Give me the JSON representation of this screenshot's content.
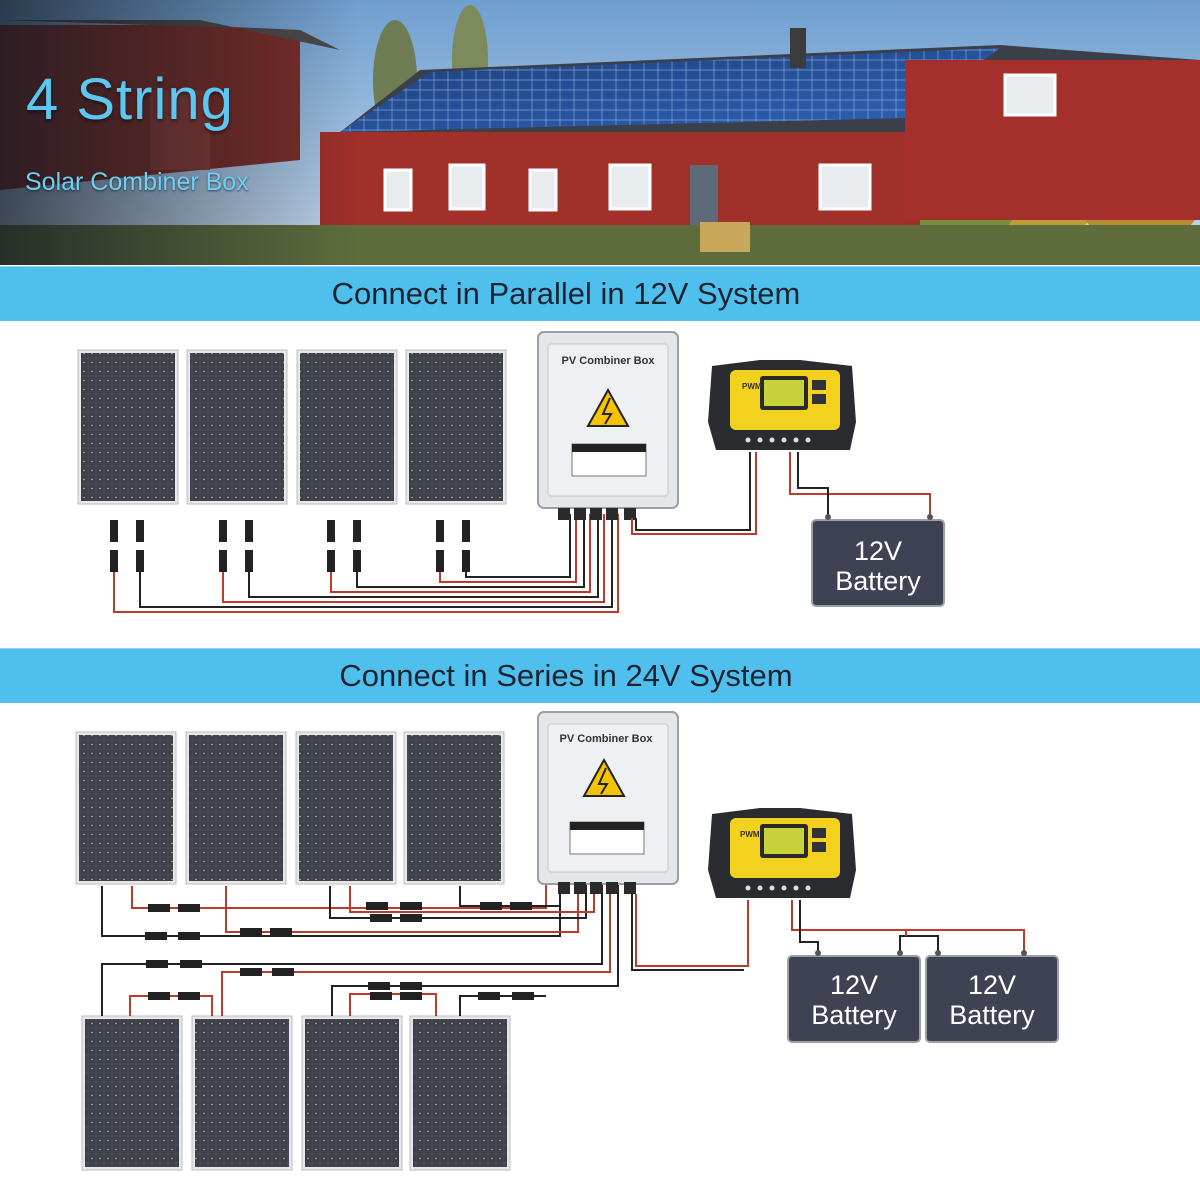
{
  "hero": {
    "title": "4 String",
    "subtitle": "Solar Combiner Box"
  },
  "sections": {
    "parallel": {
      "heading": "Connect in Parallel in 12V System",
      "combiner_label": "PV Combiner Box",
      "controller_label": "PWM",
      "battery_labels": [
        [
          "12V",
          "Battery"
        ]
      ]
    },
    "series": {
      "heading": "Connect in Series in 24V System",
      "combiner_label": "PV Combiner Box",
      "controller_label": "PWM",
      "battery_labels": [
        [
          "12V",
          "Battery"
        ],
        [
          "12V",
          "Battery"
        ]
      ]
    }
  },
  "colors": {
    "banner": "#4fc0ee",
    "title_text": "#5cc8f2",
    "battery": "#3f4253",
    "controller_yellow": "#f2d21f",
    "wire_red": "#c0392b",
    "wire_black": "#222222"
  }
}
